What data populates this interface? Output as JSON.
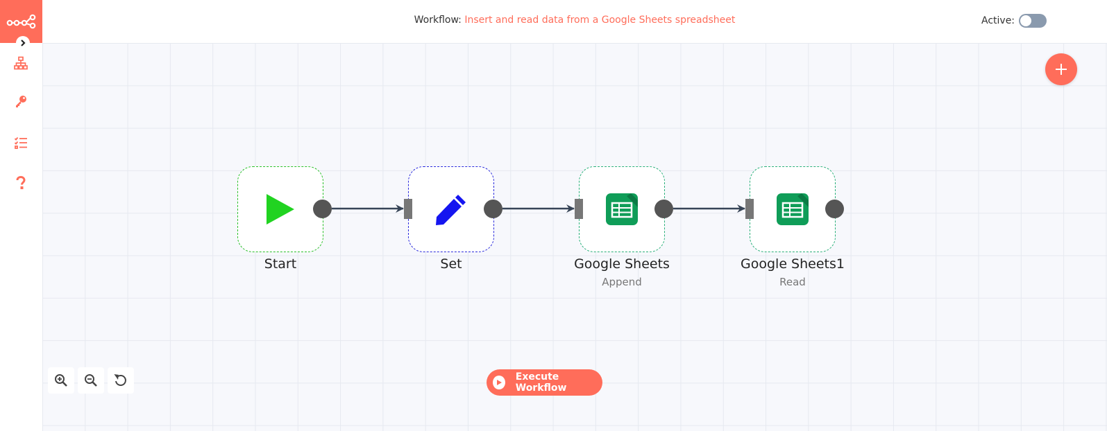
{
  "header": {
    "workflow_label": "Workflow:",
    "workflow_name": "Insert and read data from a Google Sheets spreadsheet",
    "active_label": "Active:",
    "active": false
  },
  "sidebar": {
    "items": [
      {
        "icon": "network-icon"
      },
      {
        "icon": "key-icon"
      },
      {
        "icon": "tasks-icon"
      },
      {
        "icon": "question-icon"
      }
    ]
  },
  "nodes": [
    {
      "label": "Start",
      "subtitle": "",
      "icon": "play-icon",
      "border_color": "#2ac02a"
    },
    {
      "label": "Set",
      "subtitle": "",
      "icon": "pencil-icon",
      "border_color": "#2b2bdd"
    },
    {
      "label": "Google Sheets",
      "subtitle": "Append",
      "icon": "google-sheets-icon",
      "border_color": "#2ab07a"
    },
    {
      "label": "Google Sheets1",
      "subtitle": "Read",
      "icon": "google-sheets-icon",
      "border_color": "#2ab07a"
    }
  ],
  "controls": {
    "execute_label": "Execute Workflow"
  },
  "colors": {
    "accent": "#ff6d5a",
    "connection": "#374457"
  }
}
